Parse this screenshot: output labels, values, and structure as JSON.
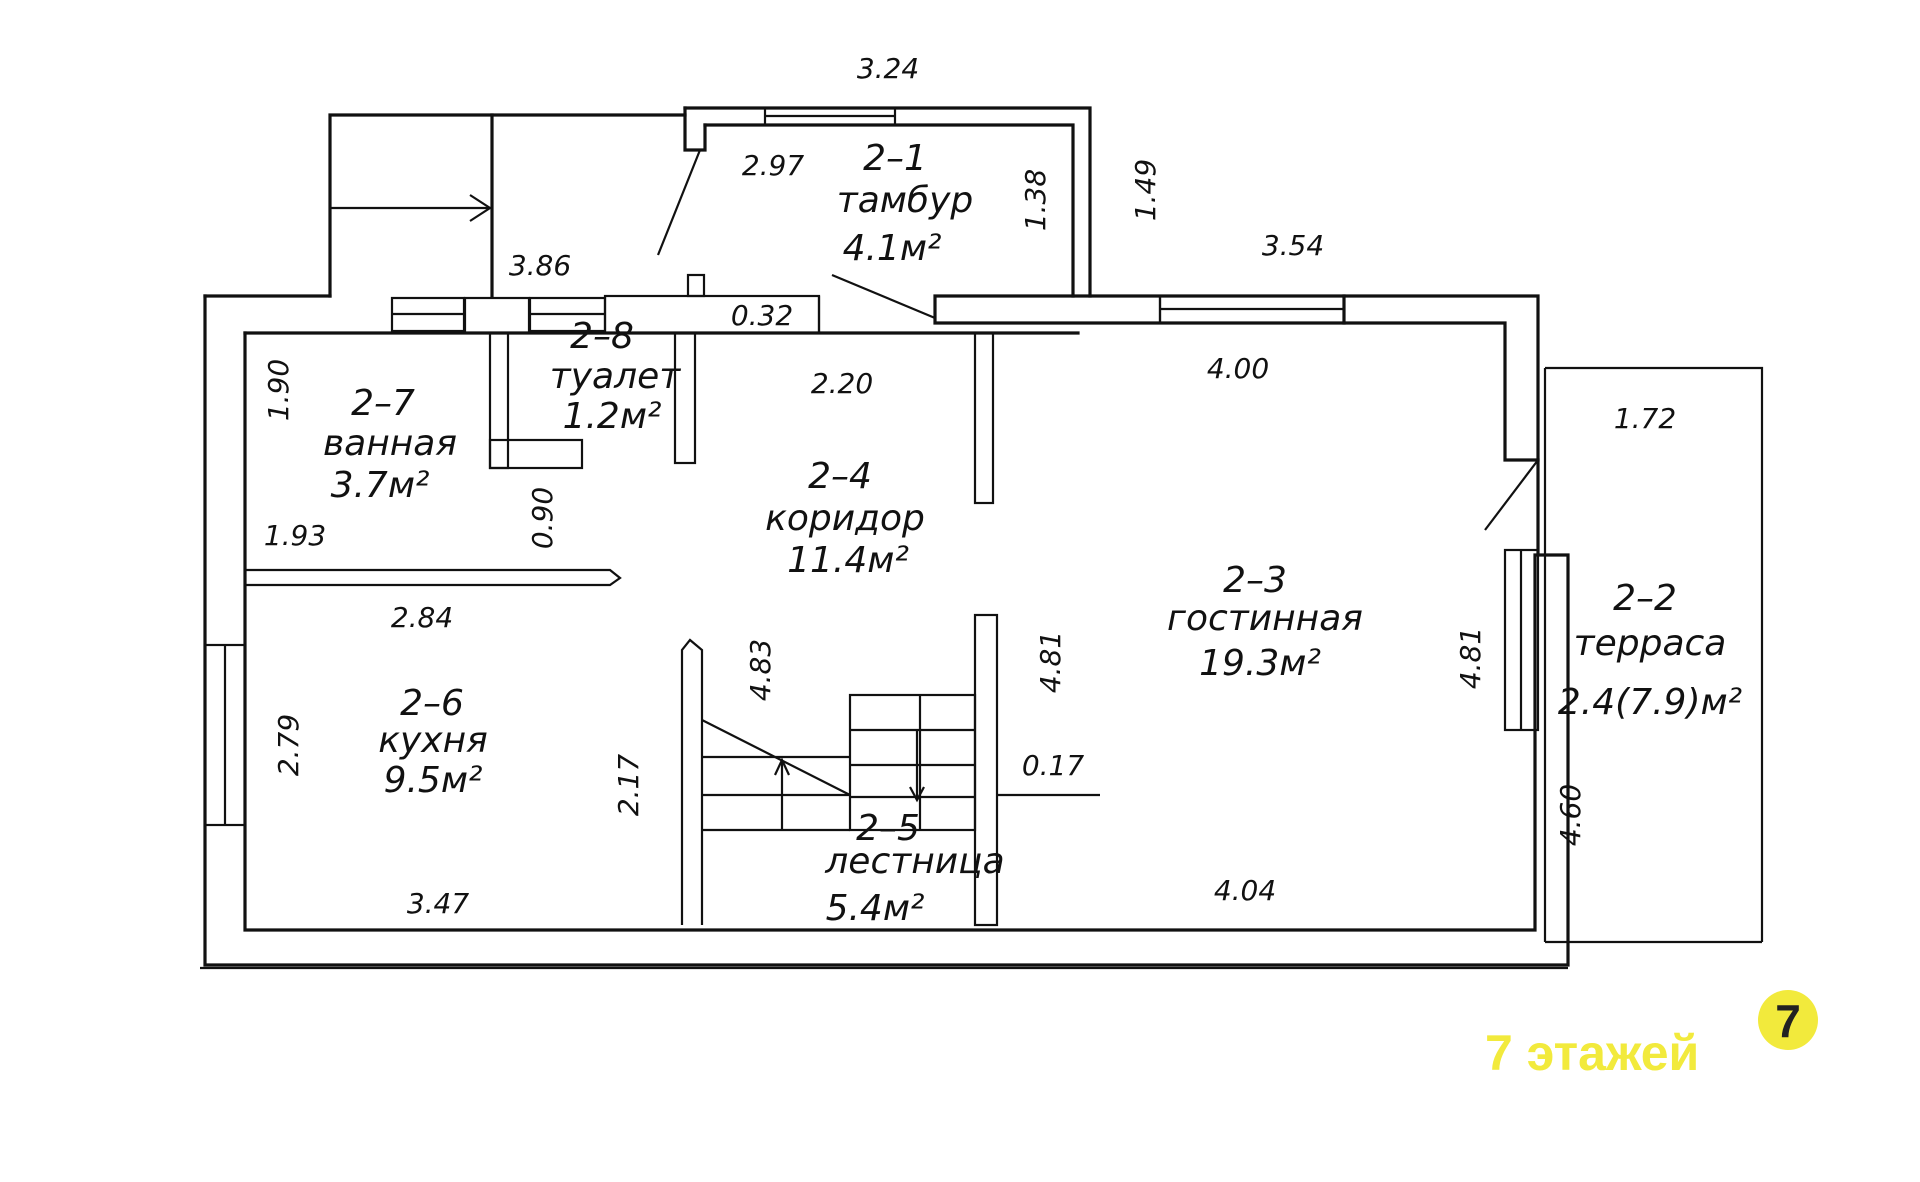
{
  "rooms": [
    {
      "id": "2–1",
      "name": "тамбур",
      "area": "4.1м²"
    },
    {
      "id": "2–2",
      "name": "терраса",
      "area": "2.4(7.9)м²"
    },
    {
      "id": "2–3",
      "name": "гостинная",
      "area": "19.3м²"
    },
    {
      "id": "2–4",
      "name": "коридор",
      "area": "11.4м²"
    },
    {
      "id": "2–5",
      "name": "лестница",
      "area": "5.4м²"
    },
    {
      "id": "2–6",
      "name": "кухня",
      "area": "9.5м²"
    },
    {
      "id": "2–7",
      "name": "ванная",
      "area": "3.7м²"
    },
    {
      "id": "2–8",
      "name": "туалет",
      "area": "1.2м²"
    }
  ],
  "dimensions": {
    "d1": "3.24",
    "d2": "2.97",
    "d3": "1.38",
    "d4": "1.49",
    "d5": "3.86",
    "d6": "3.54",
    "d7": "0.32",
    "d8": "2.20",
    "d9": "4.00",
    "d10": "1.72",
    "d11": "1.90",
    "d12": "0.90",
    "d13": "1.93",
    "d14": "2.84",
    "d15": "4.83",
    "d16": "4.81",
    "d17": "4.81",
    "d18": "2.79",
    "d19": "2.17",
    "d20": "0.17",
    "d21": "4.60",
    "d22": "3.47",
    "d23": "4.04"
  },
  "brand": {
    "text": "7 этажей",
    "logo_glyph": "7",
    "color": "#f2ea3c"
  }
}
